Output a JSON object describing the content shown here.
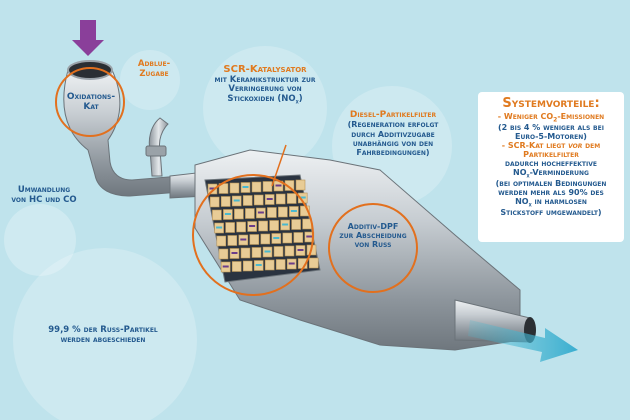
{
  "labels": {
    "oxidation_cat": "Oxidations-\nKat",
    "conversion": "Umwandlung\nvon HC und CO",
    "adblue": "Adblue-\nZugabe",
    "scr_title": "SCR-Katalysator",
    "scr_body_1": "mit Keramikstruktur zur",
    "scr_body_2": "Verringerung von",
    "scr_body_3": "Stickoxiden (NO",
    "scr_body_3_sub": "x",
    "scr_body_3_end": ")",
    "dpf_title": "Diesel-Partikelfilter",
    "dpf_body": "(Regeneration erfolgt\ndurch Additivzugabe\nunabhängig von den\nFahrbedingungen)",
    "additive_dpf": "Additiv-DPF\nzur Abscheidung\nvon Ruß",
    "particles": "99,9 % der Ruß-Partikel\nwerden abgeschieden"
  },
  "benefits": {
    "title": "Systemvorteile:",
    "line1": "- Weniger CO",
    "line1_sub": "2",
    "line1_end": "-Emissionen",
    "line2": "(2 bis 4 % weniger als bei",
    "line3": "Euro-5-Motoren)",
    "line4": "- SCR-Kat liegt ",
    "line4_em": "vor",
    "line4_end": " dem",
    "line5": "Partikelfilter",
    "line6": "dadurch hocheffektive",
    "line7": "NO",
    "line7_sub": "x",
    "line7_end": "-Verminderung",
    "line8": "(bei optimalen Bedingungen",
    "line9": "werden mehr als 90% des",
    "line10": "NO",
    "line10_sub": "x",
    "line10_end": " in harmlosen",
    "line11": "Stickstoff umgewandelt)"
  },
  "colors": {
    "background": "#bfe3ec",
    "label_blue": "#245a8f",
    "accent_orange": "#e07a1f",
    "metal": "#b4bac0",
    "ceramic": "#e8cc96",
    "flow_arrow": "#4ab9cf",
    "inlet_arrow": "#8a3f9a"
  }
}
